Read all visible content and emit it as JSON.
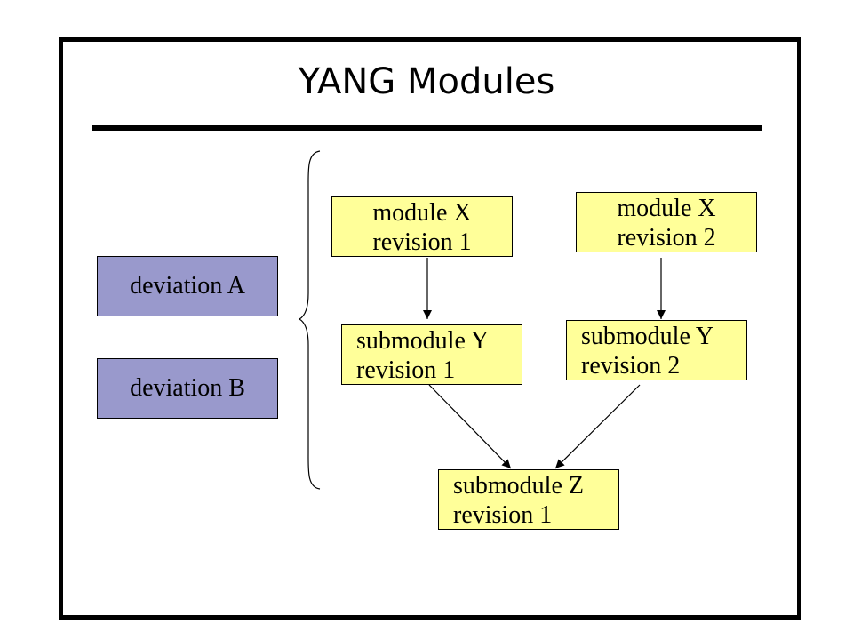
{
  "title": "YANG Modules",
  "colors": {
    "module_fill": "#ffff99",
    "deviation_fill": "#9999cc",
    "outline": "#000000"
  },
  "deviations": {
    "a": "deviation A",
    "b": "deviation B"
  },
  "nodes": {
    "module_x_rev1": {
      "line1": "module X",
      "line2": "revision 1"
    },
    "module_x_rev2": {
      "line1": "module X",
      "line2": "revision 2"
    },
    "submodule_y_rev1": {
      "line1": "submodule Y",
      "line2": "revision 1"
    },
    "submodule_y_rev2": {
      "line1": "submodule Y",
      "line2": "revision 2"
    },
    "submodule_z_rev1": {
      "line1": "submodule Z",
      "line2": "revision 1"
    }
  },
  "edges": [
    {
      "from": "module_x_rev1",
      "to": "submodule_y_rev1"
    },
    {
      "from": "module_x_rev2",
      "to": "submodule_y_rev2"
    },
    {
      "from": "submodule_y_rev1",
      "to": "submodule_z_rev1"
    },
    {
      "from": "submodule_y_rev2",
      "to": "submodule_z_rev1"
    }
  ]
}
